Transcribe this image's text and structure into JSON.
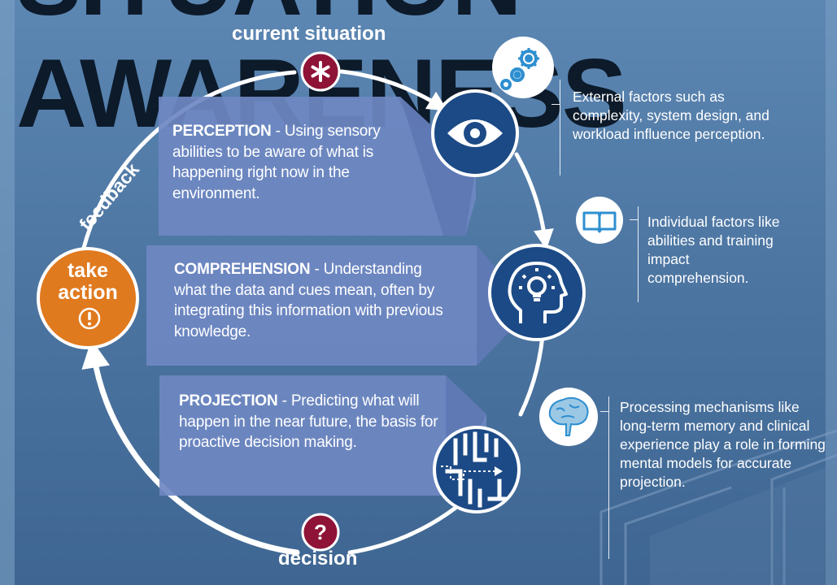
{
  "title_fragment": "SITUATION AWARENESS",
  "cycle": {
    "top_label": "current situation",
    "left_label": "feedback",
    "bottom_label": "decision",
    "action": {
      "line1": "take",
      "line2": "action"
    }
  },
  "stages": [
    {
      "name": "PERCEPTION",
      "text": " - Using sensory abilities to be aware of what is happening right now in the environment."
    },
    {
      "name": "COMPREHENSION",
      "text": " - Understanding what the data and cues mean, often by integrating this information with previous knowledge."
    },
    {
      "name": "PROJECTION",
      "text": " - Predicting what will happen in the near future, the basis for proactive decision making."
    }
  ],
  "factors": [
    {
      "text": "External factors such as complexity, system design, and workload influence perception.",
      "icon": "gears-icon"
    },
    {
      "text": "Individual factors like abilities and training impact comprehension.",
      "icon": "book-icon"
    },
    {
      "text": "Processing mechanisms like long-term memory and clinical experience play a role in forming mental models for accurate projection.",
      "icon": "brain-icon"
    }
  ],
  "colors": {
    "background": "#4d76a2",
    "panel": "#6d86c0",
    "stage_circle": "#1c4a86",
    "marker": "#8f1237",
    "action": "#e07a1f"
  },
  "icons": {
    "top_marker": "asterisk-icon",
    "bottom_marker": "question-icon",
    "perception": "eye-icon",
    "comprehension": "head-lightbulb-icon",
    "projection": "maze-path-icon",
    "action": "exclamation-icon"
  }
}
